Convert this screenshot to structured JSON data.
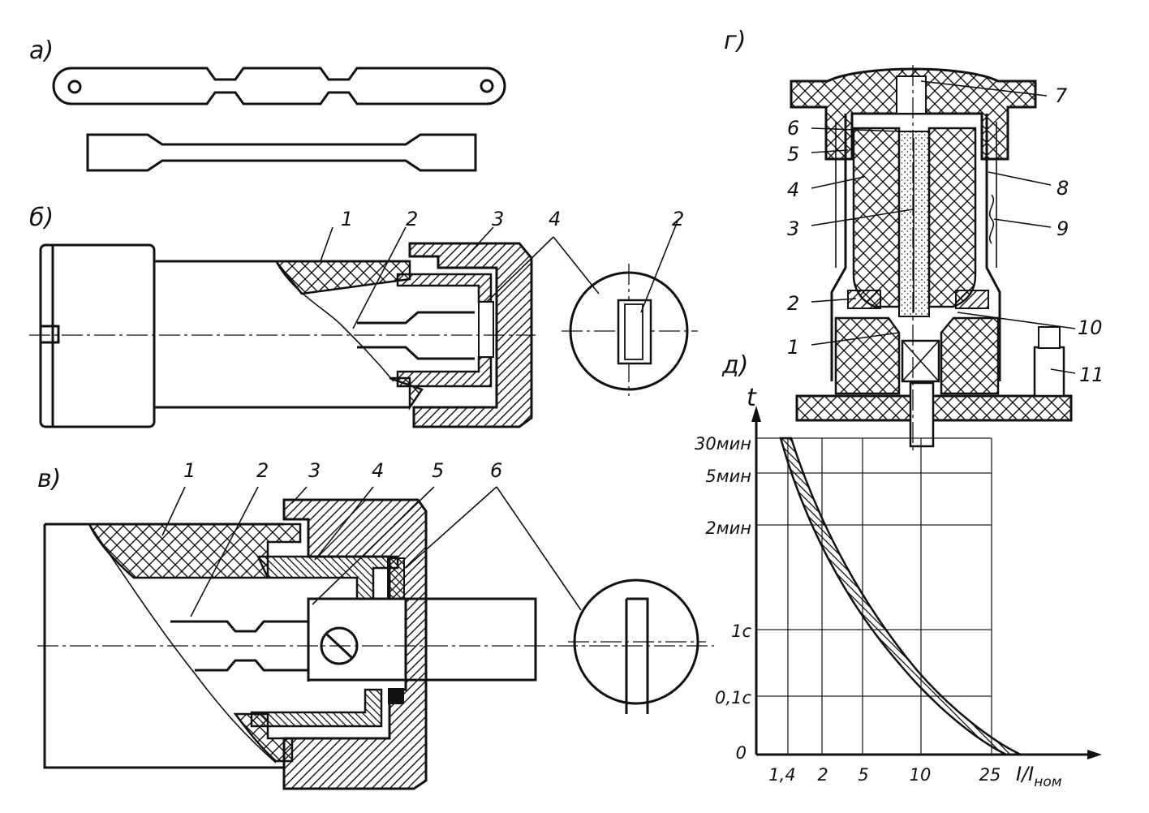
{
  "panels": {
    "a": "а)",
    "b": "б)",
    "v": "в)",
    "g": "г)",
    "d": "д)"
  },
  "fig_b_labels": [
    "1",
    "2",
    "3",
    "4",
    "2"
  ],
  "fig_v_labels": [
    "1",
    "2",
    "3",
    "4",
    "5",
    "6"
  ],
  "fig_g_labels": [
    "7",
    "6",
    "5",
    "4",
    "3",
    "2",
    "1",
    "8",
    "9",
    "10",
    "11"
  ],
  "chart": {
    "y_axis_label": "t",
    "x_axis_label_main": "I/I",
    "x_axis_label_sub": "ном",
    "y_ticks": [
      "30мин",
      "5мин",
      "2мин",
      "1с",
      "0,1с",
      "0"
    ],
    "x_ticks": [
      "1,4",
      "2",
      "5",
      "10",
      "25"
    ]
  },
  "chart_data": {
    "type": "line",
    "title": "",
    "xlabel": "I/Iном",
    "ylabel": "t",
    "x_ticks": [
      "1,4",
      "2",
      "5",
      "10",
      "25"
    ],
    "y_ticks": [
      "0",
      "0,1с",
      "1с",
      "2мин",
      "5мин",
      "30мин"
    ],
    "series": [
      {
        "name": "",
        "x": [
          1.4,
          2,
          5,
          10,
          25
        ],
        "y": [
          "30мин",
          "2мин",
          "1с",
          "0,1с",
          "0"
        ]
      }
    ],
    "grid": true
  },
  "colors": {
    "ink": "#111111",
    "paper": "#ffffff"
  }
}
